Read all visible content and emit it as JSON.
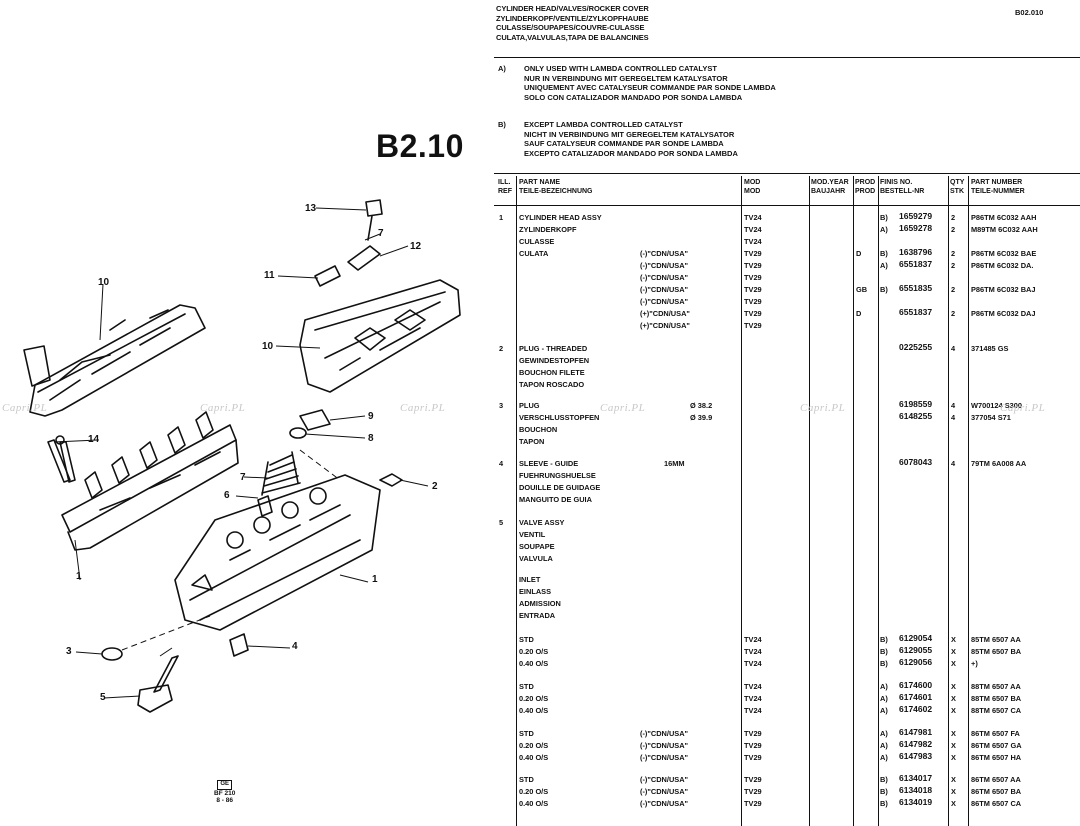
{
  "header": {
    "lines": [
      "CYLINDER HEAD/VALVES/ROCKER COVER",
      "ZYLINDERKOPF/VENTILE/ZYLKOPFHAUBE",
      "CULASSE/SOUPAPES/COUVRE-CULASSE",
      "CULATA,VALVULAS,TAPA DE BALANCINES"
    ],
    "code": "B02.010"
  },
  "notes": [
    {
      "key": "A)",
      "lines": [
        "ONLY USED WITH LAMBDA CONTROLLED CATALYST",
        "NUR IN VERBINDUNG MIT GEREGELTEM KATALYSATOR",
        "UNIQUEMENT AVEC CATALYSEUR COMMANDE PAR SONDE LAMBDA",
        "SOLO CON CATALIZADOR MANDADO POR SONDA LAMBDA"
      ]
    },
    {
      "key": "B)",
      "lines": [
        "EXCEPT LAMBDA CONTROLLED CATALYST",
        "NICHT IN VERBINDUNG MIT GEREGELTEM KATALYSATOR",
        "SAUF CATALYSEUR COMMANDE PAR SONDE LAMBDA",
        "EXCEPTO CATALIZADOR MANDADO POR SONDA LAMBDA"
      ]
    }
  ],
  "diagram": {
    "section_title": "B2.10",
    "callouts": [
      "13",
      "7",
      "12",
      "11",
      "10",
      "10",
      "9",
      "8",
      "14",
      "7",
      "6",
      "2",
      "1",
      "1",
      "3",
      "4",
      "5"
    ],
    "stamp_box": "GE",
    "stamp_lines": [
      "BF 210",
      "8 - 86"
    ]
  },
  "watermark": "Capri.PL",
  "table": {
    "headers": {
      "ref": [
        "ILL.",
        "REF"
      ],
      "name": [
        "PART NAME",
        "TEILE-BEZEICHNUNG"
      ],
      "mod": [
        "MOD",
        "MOD"
      ],
      "year": [
        "MOD.YEAR",
        "BAUJAHR"
      ],
      "prod": [
        "PROD",
        "PROD"
      ],
      "fins": [
        "FINIS NO.",
        "BESTELL-NR"
      ],
      "qty": [
        "QTY",
        "STK"
      ],
      "part": [
        "PART NUMBER",
        "TEILE-NUMMER"
      ]
    },
    "rows": [
      {
        "ref": "1",
        "name": "CYLINDER HEAD ASSY",
        "cond": "",
        "mod": "TV24",
        "prod": "",
        "k": "B)",
        "fins": "1659279",
        "qty": "2",
        "part": "P86TM 6C032 AAH"
      },
      {
        "ref": "",
        "name": "ZYLINDERKOPF",
        "cond": "",
        "mod": "TV24",
        "prod": "",
        "k": "A)",
        "fins": "1659278",
        "qty": "2",
        "part": "M89TM 6C032 AAH"
      },
      {
        "ref": "",
        "name": "CULASSE",
        "cond": "",
        "mod": "TV24",
        "prod": "",
        "k": "",
        "fins": "",
        "qty": "",
        "part": ""
      },
      {
        "ref": "",
        "name": "CULATA",
        "cond": "(-)\"CDN/USA\"",
        "mod": "TV29",
        "prod": "D",
        "k": "B)",
        "fins": "1638796",
        "qty": "2",
        "part": "P86TM 6C032 BAE"
      },
      {
        "ref": "",
        "name": "",
        "cond": "(-)\"CDN/USA\"",
        "mod": "TV29",
        "prod": "",
        "k": "A)",
        "fins": "6551837",
        "qty": "2",
        "part": "P86TM 6C032 DA."
      },
      {
        "ref": "",
        "name": "",
        "cond": "(-)\"CDN/USA\"",
        "mod": "TV29",
        "prod": "",
        "k": "",
        "fins": "",
        "qty": "",
        "part": ""
      },
      {
        "ref": "",
        "name": "",
        "cond": "(-)\"CDN/USA\"",
        "mod": "TV29",
        "prod": "GB",
        "k": "B)",
        "fins": "6551835",
        "qty": "2",
        "part": "P86TM 6C032 BAJ"
      },
      {
        "ref": "",
        "name": "",
        "cond": "(-)\"CDN/USA\"",
        "mod": "TV29",
        "prod": "",
        "k": "",
        "fins": "",
        "qty": "",
        "part": ""
      },
      {
        "ref": "",
        "name": "",
        "cond": "(+)\"CDN/USA\"",
        "mod": "TV29",
        "prod": "D",
        "k": "",
        "fins": "6551837",
        "qty": "2",
        "part": "P86TM 6C032 DAJ"
      },
      {
        "ref": "",
        "name": "",
        "cond": "(+)\"CDN/USA\"",
        "mod": "TV29",
        "prod": "",
        "k": "",
        "fins": "",
        "qty": "",
        "part": ""
      },
      {
        "ref": "2",
        "name": "PLUG - THREADED",
        "cond": "",
        "mod": "",
        "prod": "",
        "k": "",
        "fins": "0225255",
        "qty": "4",
        "part": "371485 GS"
      },
      {
        "ref": "",
        "name": "GEWINDESTOPFEN",
        "cond": "",
        "mod": "",
        "prod": "",
        "k": "",
        "fins": "",
        "qty": "",
        "part": ""
      },
      {
        "ref": "",
        "name": "BOUCHON FILETE",
        "cond": "",
        "mod": "",
        "prod": "",
        "k": "",
        "fins": "",
        "qty": "",
        "part": ""
      },
      {
        "ref": "",
        "name": "TAPON ROSCADO",
        "cond": "",
        "mod": "",
        "prod": "",
        "k": "",
        "fins": "",
        "qty": "",
        "part": ""
      },
      {
        "ref": "3",
        "name": "PLUG",
        "cond": "Ø 38.2",
        "mod": "",
        "prod": "",
        "k": "",
        "fins": "6198559",
        "qty": "4",
        "part": "W700124 S300"
      },
      {
        "ref": "",
        "name": "VERSCHLUSSTOPFEN",
        "cond": "Ø 39.9",
        "mod": "",
        "prod": "",
        "k": "",
        "fins": "6148255",
        "qty": "4",
        "part": "377054 S71"
      },
      {
        "ref": "",
        "name": "BOUCHON",
        "cond": "",
        "mod": "",
        "prod": "",
        "k": "",
        "fins": "",
        "qty": "",
        "part": ""
      },
      {
        "ref": "",
        "name": "TAPON",
        "cond": "",
        "mod": "",
        "prod": "",
        "k": "",
        "fins": "",
        "qty": "",
        "part": ""
      },
      {
        "ref": "4",
        "name": "SLEEVE - GUIDE",
        "cond": "16MM",
        "mod": "",
        "prod": "",
        "k": "",
        "fins": "6078043",
        "qty": "4",
        "part": "79TM 6A008 AA"
      },
      {
        "ref": "",
        "name": "FUEHRUNGSHUELSE",
        "cond": "",
        "mod": "",
        "prod": "",
        "k": "",
        "fins": "",
        "qty": "",
        "part": ""
      },
      {
        "ref": "",
        "name": "DOUILLE DE GUIDAGE",
        "cond": "",
        "mod": "",
        "prod": "",
        "k": "",
        "fins": "",
        "qty": "",
        "part": ""
      },
      {
        "ref": "",
        "name": "MANGUITO DE GUIA",
        "cond": "",
        "mod": "",
        "prod": "",
        "k": "",
        "fins": "",
        "qty": "",
        "part": ""
      },
      {
        "ref": "5",
        "name": "VALVE ASSY",
        "cond": "",
        "mod": "",
        "prod": "",
        "k": "",
        "fins": "",
        "qty": "",
        "part": ""
      },
      {
        "ref": "",
        "name": "VENTIL",
        "cond": "",
        "mod": "",
        "prod": "",
        "k": "",
        "fins": "",
        "qty": "",
        "part": ""
      },
      {
        "ref": "",
        "name": "SOUPAPE",
        "cond": "",
        "mod": "",
        "prod": "",
        "k": "",
        "fins": "",
        "qty": "",
        "part": ""
      },
      {
        "ref": "",
        "name": "VALVULA",
        "cond": "",
        "mod": "",
        "prod": "",
        "k": "",
        "fins": "",
        "qty": "",
        "part": ""
      },
      {
        "ref": "",
        "name": "  INLET",
        "cond": "",
        "mod": "",
        "prod": "",
        "k": "",
        "fins": "",
        "qty": "",
        "part": ""
      },
      {
        "ref": "",
        "name": "  EINLASS",
        "cond": "",
        "mod": "",
        "prod": "",
        "k": "",
        "fins": "",
        "qty": "",
        "part": ""
      },
      {
        "ref": "",
        "name": "  ADMISSION",
        "cond": "",
        "mod": "",
        "prod": "",
        "k": "",
        "fins": "",
        "qty": "",
        "part": ""
      },
      {
        "ref": "",
        "name": "  ENTRADA",
        "cond": "",
        "mod": "",
        "prod": "",
        "k": "",
        "fins": "",
        "qty": "",
        "part": ""
      },
      {
        "ref": "",
        "name": "  STD",
        "cond": "",
        "mod": "TV24",
        "prod": "",
        "k": "B)",
        "fins": "6129054",
        "qty": "X",
        "part": "85TM 6507 AA"
      },
      {
        "ref": "",
        "name": "  0.20 O/S",
        "cond": "",
        "mod": "TV24",
        "prod": "",
        "k": "B)",
        "fins": "6129055",
        "qty": "X",
        "part": "85TM 6507 BA"
      },
      {
        "ref": "",
        "name": "  0.40 O/S",
        "cond": "",
        "mod": "TV24",
        "prod": "",
        "k": "B)",
        "fins": "6129056",
        "qty": "X",
        "part": "+)"
      },
      {
        "ref": "",
        "name": "  STD",
        "cond": "",
        "mod": "TV24",
        "prod": "",
        "k": "A)",
        "fins": "6174600",
        "qty": "X",
        "part": "88TM 6507 AA"
      },
      {
        "ref": "",
        "name": "  0.20 O/S",
        "cond": "",
        "mod": "TV24",
        "prod": "",
        "k": "A)",
        "fins": "6174601",
        "qty": "X",
        "part": "88TM 6507 BA"
      },
      {
        "ref": "",
        "name": "  0.40 O/S",
        "cond": "",
        "mod": "TV24",
        "prod": "",
        "k": "A)",
        "fins": "6174602",
        "qty": "X",
        "part": "88TM 6507 CA"
      },
      {
        "ref": "",
        "name": "  STD",
        "cond": "(-)\"CDN/USA\"",
        "mod": "TV29",
        "prod": "",
        "k": "A)",
        "fins": "6147981",
        "qty": "X",
        "part": "86TM 6507 FA"
      },
      {
        "ref": "",
        "name": "  0.20 O/S",
        "cond": "(-)\"CDN/USA\"",
        "mod": "TV29",
        "prod": "",
        "k": "A)",
        "fins": "6147982",
        "qty": "X",
        "part": "86TM 6507 GA"
      },
      {
        "ref": "",
        "name": "  0.40 O/S",
        "cond": "(-)\"CDN/USA\"",
        "mod": "TV29",
        "prod": "",
        "k": "A)",
        "fins": "6147983",
        "qty": "X",
        "part": "86TM 6507 HA"
      },
      {
        "ref": "",
        "name": "  STD",
        "cond": "(-)\"CDN/USA\"",
        "mod": "TV29",
        "prod": "",
        "k": "B)",
        "fins": "6134017",
        "qty": "X",
        "part": "86TM 6507 AA"
      },
      {
        "ref": "",
        "name": "  0.20 O/S",
        "cond": "(-)\"CDN/USA\"",
        "mod": "TV29",
        "prod": "",
        "k": "B)",
        "fins": "6134018",
        "qty": "X",
        "part": "86TM 6507 BA"
      },
      {
        "ref": "",
        "name": "  0.40 O/S",
        "cond": "(-)\"CDN/USA\"",
        "mod": "TV29",
        "prod": "",
        "k": "B)",
        "fins": "6134019",
        "qty": "X",
        "part": "86TM 6507 CA"
      }
    ]
  }
}
